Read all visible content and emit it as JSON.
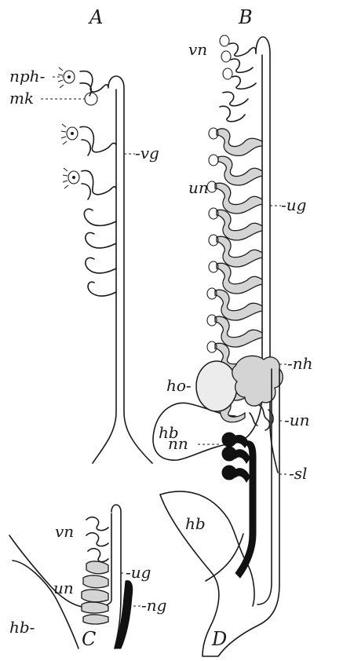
{
  "panels": {
    "A": {
      "caption": "A",
      "labels": {
        "nph": "nph-",
        "mk": "mk",
        "vg": "-vg"
      }
    },
    "B": {
      "caption": "B",
      "labels": {
        "vn": "vn",
        "un": "un",
        "ug": "-ug",
        "hb": "hb"
      }
    },
    "C": {
      "caption": "C",
      "labels": {
        "vn": "vn",
        "ug": "-ug",
        "un": "un",
        "ng": "-ng",
        "hb": "hb-"
      }
    },
    "D": {
      "caption": "D",
      "labels": {
        "nh": "-nh",
        "ho": "ho-",
        "un": "-un",
        "nn": "nn",
        "sl": "-sl",
        "hb": "hb"
      }
    }
  },
  "colors": {
    "ink": "#1a1a1a",
    "stipple": "#d4d4d4"
  }
}
